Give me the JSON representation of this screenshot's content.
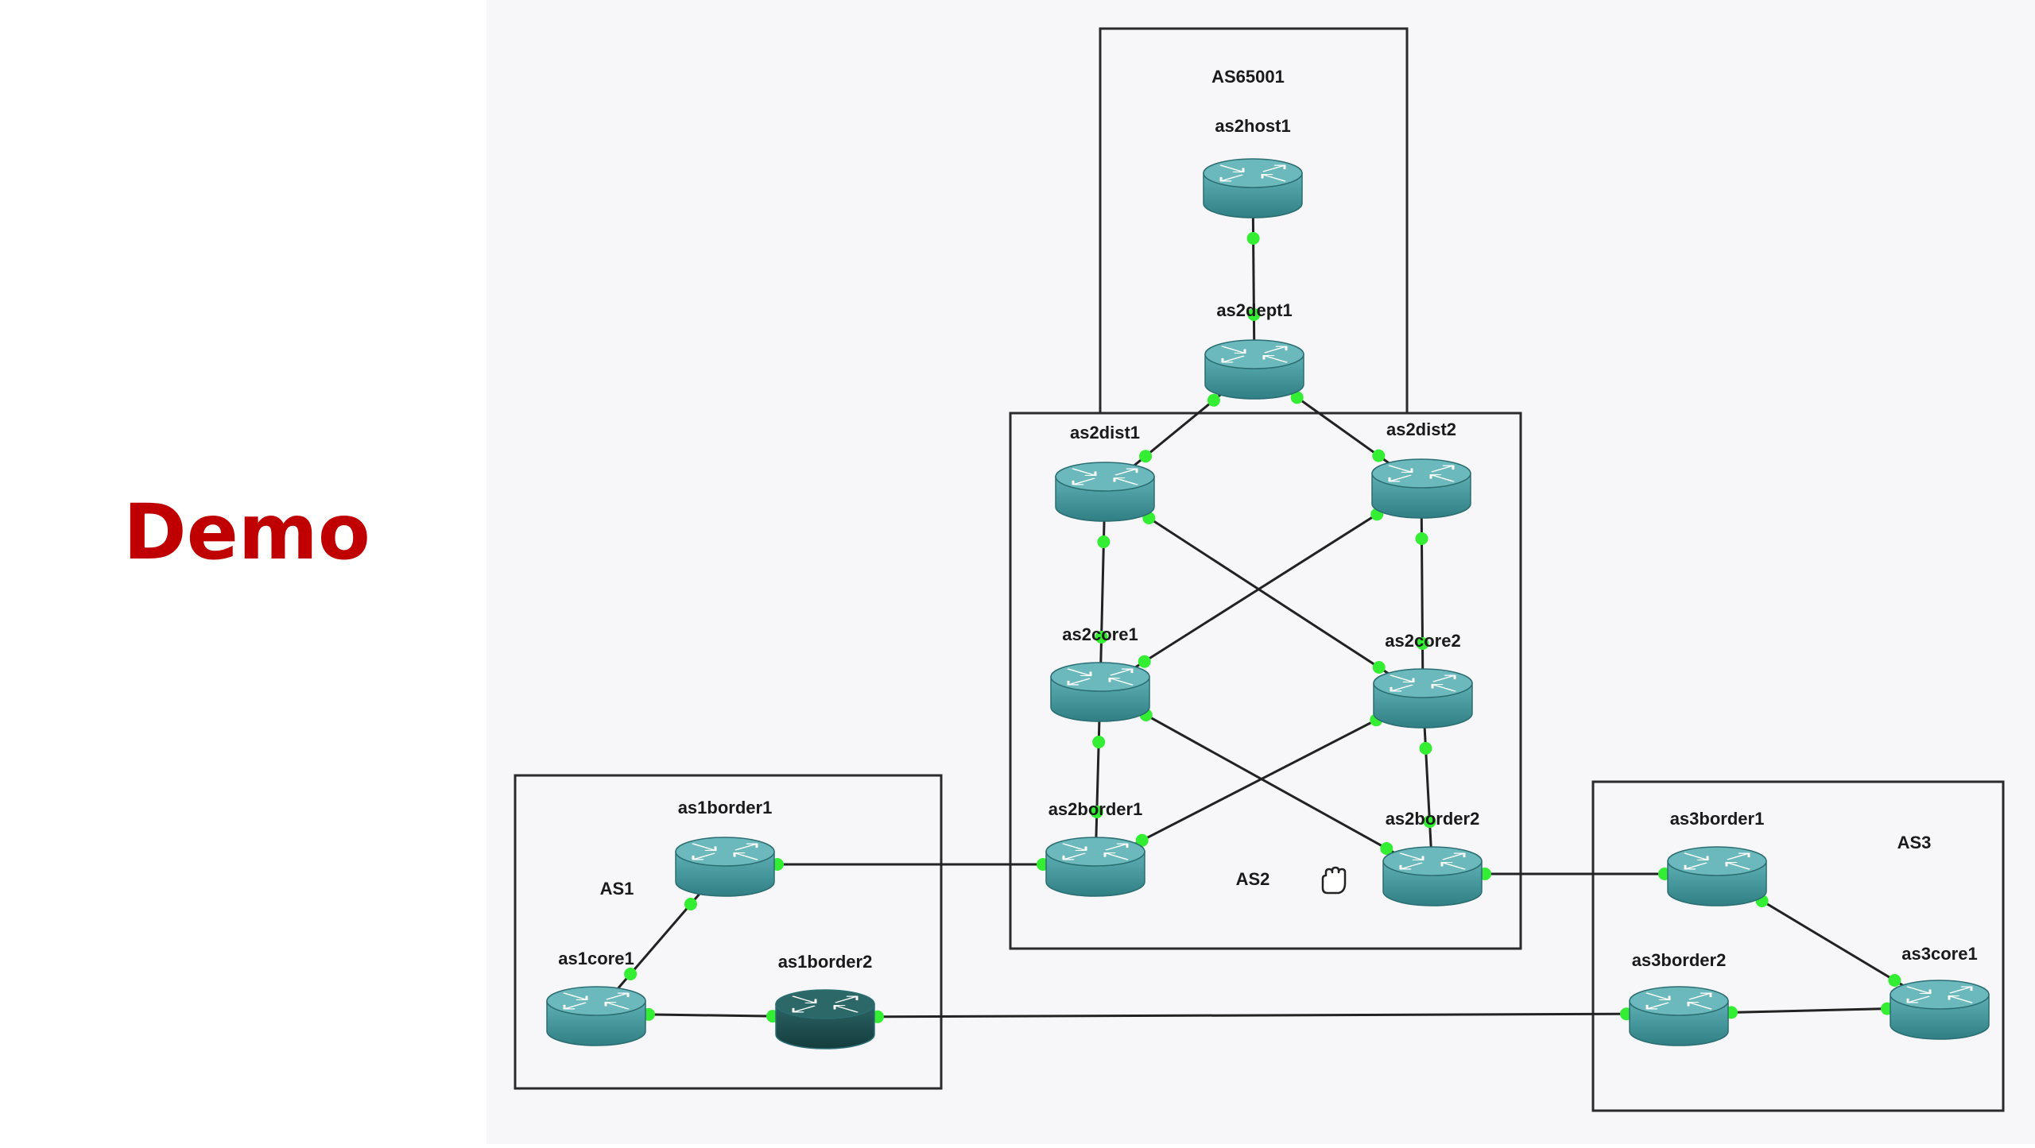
{
  "slide": {
    "title": "Demo"
  },
  "topology": {
    "areas": [
      {
        "id": "as65001",
        "label": "AS65001"
      },
      {
        "id": "as2",
        "label": "AS2"
      },
      {
        "id": "as1",
        "label": "AS1"
      },
      {
        "id": "as3",
        "label": "AS3"
      }
    ],
    "nodes": [
      {
        "id": "as2host1",
        "label": "as2host1",
        "icon": "router-icon"
      },
      {
        "id": "as2dept1",
        "label": "as2dept1",
        "icon": "router-icon"
      },
      {
        "id": "as2dist1",
        "label": "as2dist1",
        "icon": "router-icon"
      },
      {
        "id": "as2dist2",
        "label": "as2dist2",
        "icon": "router-icon"
      },
      {
        "id": "as2core1",
        "label": "as2core1",
        "icon": "router-icon"
      },
      {
        "id": "as2core2",
        "label": "as2core2",
        "icon": "router-icon"
      },
      {
        "id": "as2border1",
        "label": "as2border1",
        "icon": "router-icon"
      },
      {
        "id": "as2border2",
        "label": "as2border2",
        "icon": "router-icon"
      },
      {
        "id": "as1border1",
        "label": "as1border1",
        "icon": "router-icon"
      },
      {
        "id": "as1core1",
        "label": "as1core1",
        "icon": "router-icon"
      },
      {
        "id": "as1border2",
        "label": "as1border2",
        "icon": "router-icon",
        "selected": true
      },
      {
        "id": "as3border1",
        "label": "as3border1",
        "icon": "router-icon"
      },
      {
        "id": "as3border2",
        "label": "as3border2",
        "icon": "router-icon"
      },
      {
        "id": "as3core1",
        "label": "as3core1",
        "icon": "router-icon"
      }
    ],
    "links": [
      [
        "as2host1",
        "as2dept1"
      ],
      [
        "as2dept1",
        "as2dist1"
      ],
      [
        "as2dept1",
        "as2dist2"
      ],
      [
        "as2dist1",
        "as2core1"
      ],
      [
        "as2dist1",
        "as2core2"
      ],
      [
        "as2dist2",
        "as2core1"
      ],
      [
        "as2dist2",
        "as2core2"
      ],
      [
        "as2core1",
        "as2border1"
      ],
      [
        "as2core1",
        "as2border2"
      ],
      [
        "as2core2",
        "as2border1"
      ],
      [
        "as2core2",
        "as2border2"
      ],
      [
        "as1border1",
        "as2border1"
      ],
      [
        "as1border1",
        "as1core1"
      ],
      [
        "as1core1",
        "as1border2"
      ],
      [
        "as1border2",
        "as3border2"
      ],
      [
        "as2border2",
        "as3border1"
      ],
      [
        "as3border1",
        "as3core1"
      ],
      [
        "as3border2",
        "as3core1"
      ]
    ],
    "colors": {
      "router_body": "#4a9a9f",
      "router_selected": "#1f4f50",
      "port": "#33ee33",
      "link": "#222222"
    }
  }
}
